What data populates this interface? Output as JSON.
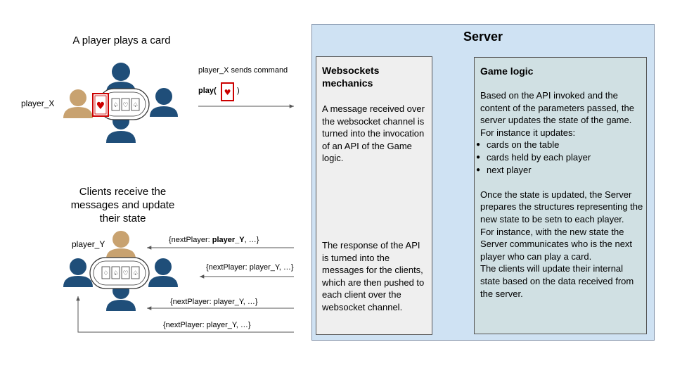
{
  "left_top": {
    "title": "A player plays a card",
    "player_label": "player_X",
    "command_label": "player_X sends command",
    "play_prefix": "play(",
    "play_suffix": ")"
  },
  "left_bottom": {
    "title": "Clients receive the messages and update their state",
    "player_label": "player_Y",
    "messages": [
      {
        "prefix": "{nextPlayer: ",
        "player": "player_Y",
        "suffix": ", …}",
        "bold_player": true
      },
      {
        "prefix": "{nextPlayer: ",
        "player": "player_Y",
        "suffix": ", …}",
        "bold_player": false
      },
      {
        "prefix": "{nextPlayer: ",
        "player": "player_Y",
        "suffix": ", …}",
        "bold_player": false
      },
      {
        "prefix": "{nextPlayer: ",
        "player": "player_Y",
        "suffix": ", …}",
        "bold_player": false
      }
    ]
  },
  "server": {
    "title": "Server",
    "websockets": {
      "title": "Websockets mechanics",
      "text_top": "A message received over the websocket channel is turned into the invocation of an API of the Game logic.",
      "text_bottom": "The response of the API is turned into the messages for the clients, which are then pushed to each client over the websocket channel."
    },
    "game_logic": {
      "title": "Game logic",
      "intro": "Based on the API invoked and the content of the parameters passed, the server updates the state of the game. For instance it updates:",
      "bullets": [
        "cards on the table",
        "cards held by each player",
        "next player"
      ],
      "para2": "Once the state is updated, the Server prepares the structures representing the new state to be setn to each player.",
      "para3": "For instance, with the new state the Server communicates who is the next player who can play a card.",
      "para4": "The clients will update their internal state based on the data received from the server."
    }
  },
  "colors": {
    "player_blue": "#1f4e79",
    "player_tan": "#c8a270",
    "card_red": "#cc0000",
    "server_bg": "#cfe2f3",
    "websockets_bg": "#efefef",
    "game_logic_bg": "#d0e0e3"
  }
}
